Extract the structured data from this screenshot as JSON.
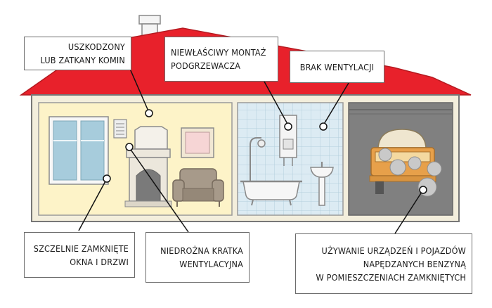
{
  "colors": {
    "roof": "#e8212b",
    "wall": "#fdf3c8",
    "bathroom": "#d9e9f2",
    "garage": "#7f7f7f",
    "outline": "#666666"
  },
  "labels": {
    "chimney": [
      "USZKODZONY",
      "LUB ZATKANY KOMIN"
    ],
    "heater": [
      "NIEWŁAŚCIWY MONTAŻ",
      "PODGRZEWACZA"
    ],
    "ventilation": [
      "BRAK WENTYLACJI"
    ],
    "windows": [
      "SZCZELNIE ZAMKNIĘTE",
      "OKNA I DRZWI"
    ],
    "grate": [
      "NIEDROŻNA KRATKA",
      "WENTYLACYJNA"
    ],
    "engines": [
      "UŻYWANIE URZĄDZEŃ I POJAZDÓW",
      "NAPĘDZANYCH BENZYNĄ",
      "W POMIESZCZENIACH ZAMKNIĘTYCH"
    ]
  }
}
